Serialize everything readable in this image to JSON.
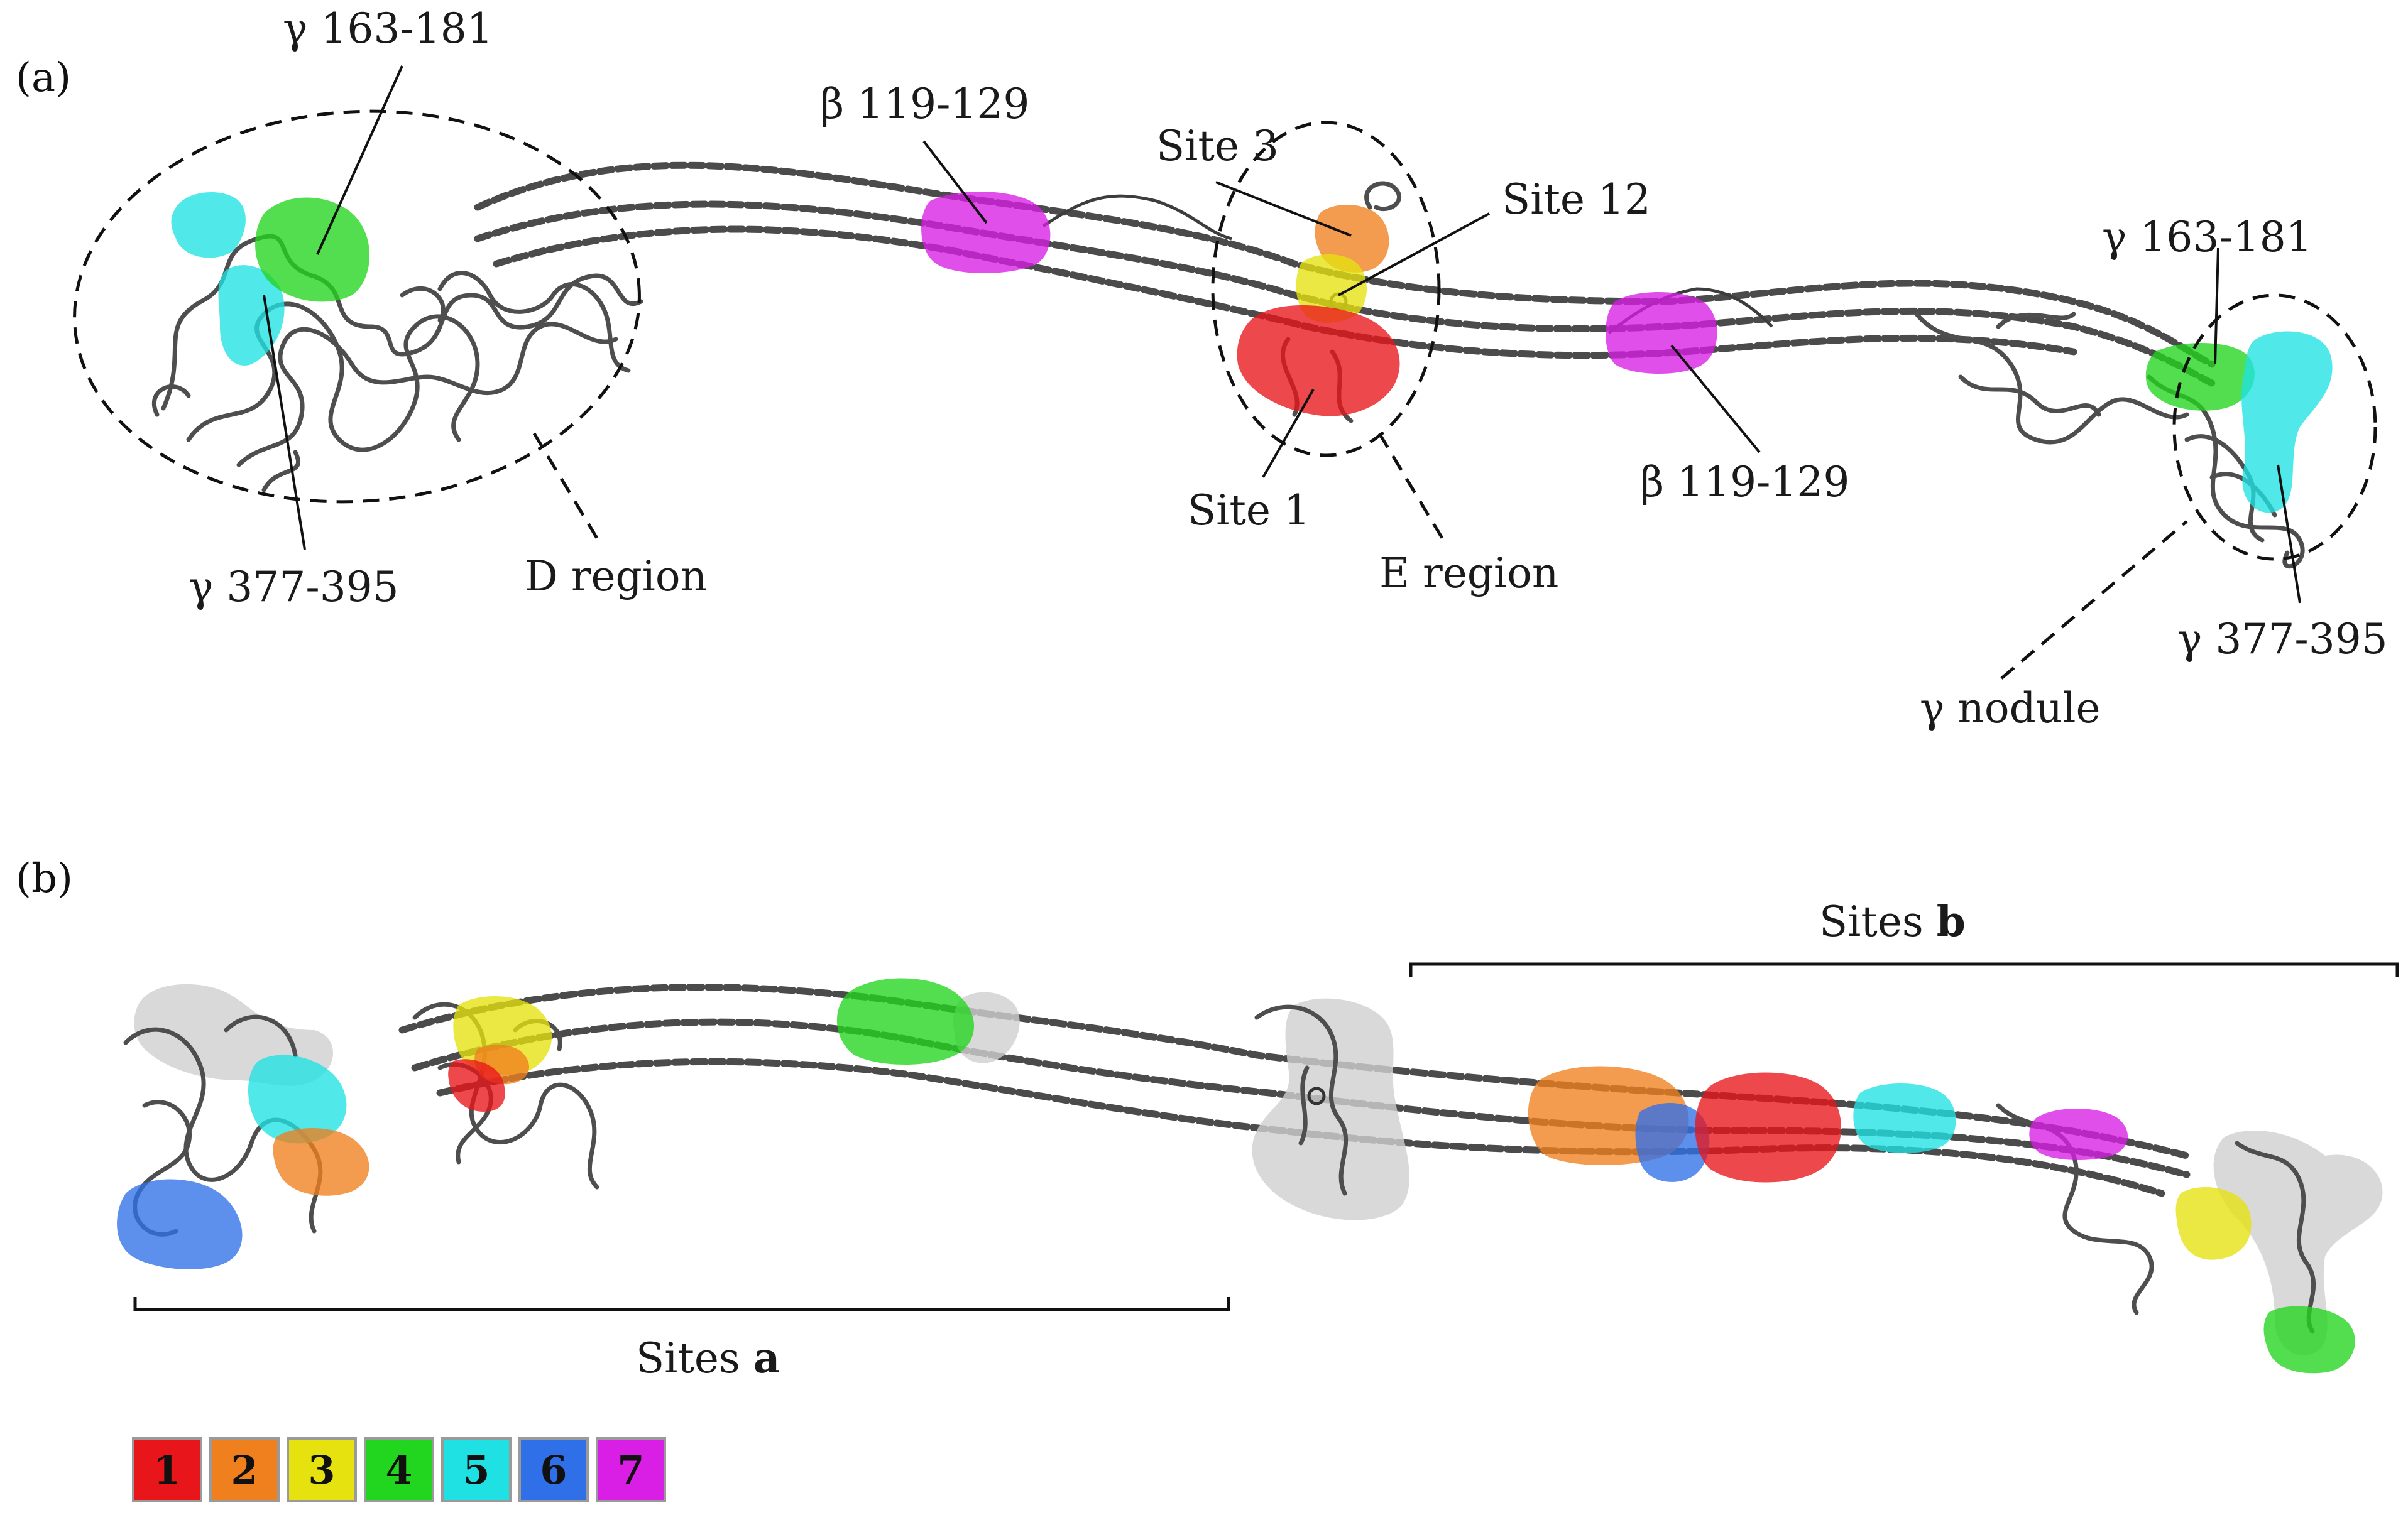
{
  "panels": {
    "a": {
      "label": "(a)",
      "labels": {
        "g163_left": "γ 163-181",
        "g377_left": "γ 377-395",
        "b119_left": "β 119-129",
        "d_region": "D region",
        "site3": "Site 3",
        "site12": "Site 12",
        "site1": "Site 1",
        "e_region": "E region",
        "b119_right": "β 119-129",
        "g163_right": "γ 163-181",
        "g377_right": "γ 377-395",
        "g_nodule": "γ nodule"
      }
    },
    "b": {
      "label": "(b)",
      "sites_a_prefix": "Sites ",
      "sites_a_bold": "a",
      "sites_b_prefix": "Sites ",
      "sites_b_bold": "b"
    }
  },
  "legend": [
    {
      "label": "1",
      "color": "#e8161b"
    },
    {
      "label": "2",
      "color": "#f07f1e"
    },
    {
      "label": "3",
      "color": "#e6e20f"
    },
    {
      "label": "4",
      "color": "#22d51e"
    },
    {
      "label": "5",
      "color": "#1fe1e3"
    },
    {
      "label": "6",
      "color": "#2f6fe8"
    },
    {
      "label": "7",
      "color": "#d91ee6"
    }
  ]
}
